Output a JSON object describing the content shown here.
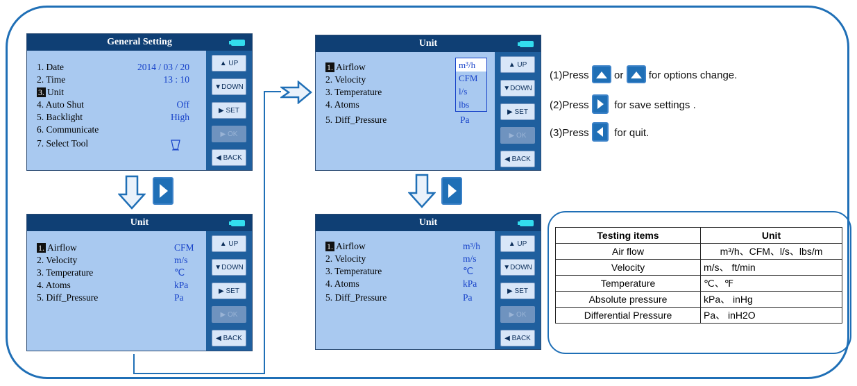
{
  "screen1": {
    "title": "General Setting",
    "rows": [
      {
        "label": "1. Date",
        "value": "2014 / 03 / 20"
      },
      {
        "label": "2. Time",
        "value": "13 : 10"
      },
      {
        "num": "3.",
        "label": "Unit",
        "value": ""
      },
      {
        "label": "4.  Auto Shut",
        "value": "Off"
      },
      {
        "label": "5. Backlight",
        "value": "High"
      },
      {
        "label": "6. Communicate",
        "value": ""
      },
      {
        "label": "7.  Select Tool",
        "value": ""
      }
    ]
  },
  "screen2": {
    "title": "Unit",
    "rows": [
      {
        "num": "1.",
        "label": "Airflow",
        "value": "CFM"
      },
      {
        "label": "2.  Velocity",
        "value": "m/s"
      },
      {
        "label": "3.  Temperature",
        "value": "℃"
      },
      {
        "label": "4.  Atoms",
        "value": "kPa"
      },
      {
        "label": "5.  Diff_Pressure",
        "value": "Pa"
      }
    ]
  },
  "screen3": {
    "title": "Unit",
    "rows": [
      {
        "num": "1.",
        "label": "Airflow",
        "value": ""
      },
      {
        "label": "2.  Velocity",
        "value": ""
      },
      {
        "label": "3.  Temperature",
        "value": ""
      },
      {
        "label": "4.  Atoms",
        "value": ""
      },
      {
        "label": "5.  Diff_Pressure",
        "value": "Pa"
      }
    ],
    "options": [
      "m³/h",
      "CFM",
      "l/s",
      "lbs"
    ]
  },
  "screen4": {
    "title": "Unit",
    "rows": [
      {
        "num": "1.",
        "label": "Airflow",
        "value": "m³/h"
      },
      {
        "label": "2.  Velocity",
        "value": "m/s"
      },
      {
        "label": "3.  Temperature",
        "value": "℃"
      },
      {
        "label": "4.  Atoms",
        "value": "kPa"
      },
      {
        "label": "5.  Diff_Pressure",
        "value": "Pa"
      }
    ]
  },
  "buttons": {
    "up": "UP",
    "down": "DOWN",
    "set": "SET",
    "ok": "OK",
    "back": "BACK"
  },
  "instructions": {
    "line1_a": "(1)Press",
    "line1_b": "or",
    "line1_c": "for options change.",
    "line2_a": "(2)Press",
    "line2_c": "for save settings .",
    "line3_a": "(3)Press",
    "line3_c": "for quit."
  },
  "table": {
    "headers": [
      "Testing items",
      "Unit"
    ],
    "rows": [
      [
        "Air flow",
        "m³/h、CFM、l/s、lbs/m"
      ],
      [
        "Velocity",
        "m/s、 ft/min"
      ],
      [
        "Temperature",
        "℃、℉"
      ],
      [
        "Absolute pressure",
        "kPa、 inHg"
      ],
      [
        "Differential Pressure",
        "Pa、 inH2O"
      ]
    ]
  },
  "colors": {
    "frame": "#1f6fb6",
    "screen_bg": "#a9c9f0",
    "title_bar": "#0f3f74",
    "value": "#1540c8"
  }
}
